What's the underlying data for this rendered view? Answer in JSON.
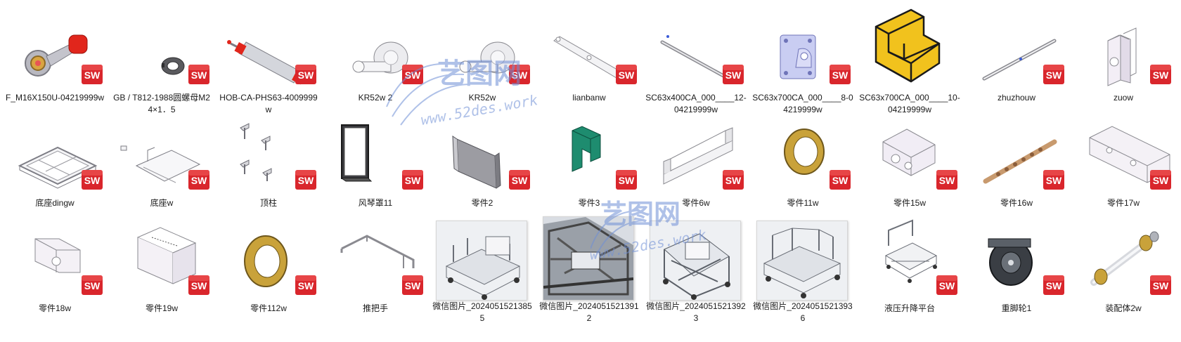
{
  "rows": [
    {
      "items": [
        {
          "name": "F_M16X150U-04219999w",
          "kind": "part"
        },
        {
          "name": "GB / T812-1988圆螺母M24×1．5",
          "kind": "part"
        },
        {
          "name": "HOB-CA-PHS63-4009999w",
          "kind": "part"
        },
        {
          "name": "KR52w 2",
          "kind": "part"
        },
        {
          "name": "KR52w",
          "kind": "part"
        },
        {
          "name": "lianbanw",
          "kind": "part"
        },
        {
          "name": "SC63x400CA_000____12-04219999w",
          "kind": "part"
        },
        {
          "name": "SC63x700CA_000____8-04219999w",
          "kind": "part"
        },
        {
          "name": "SC63x700CA_000____10-04219999w",
          "kind": "part"
        },
        {
          "name": "zhuzhouw",
          "kind": "part"
        },
        {
          "name": "zuow",
          "kind": "part"
        }
      ]
    },
    {
      "items": [
        {
          "name": "底座dingw",
          "kind": "part"
        },
        {
          "name": "底座w",
          "kind": "part"
        },
        {
          "name": "顶柱",
          "kind": "part"
        },
        {
          "name": "风琴罩11",
          "kind": "part"
        },
        {
          "name": "零件2",
          "kind": "part"
        },
        {
          "name": "零件3",
          "kind": "part"
        },
        {
          "name": "零件6w",
          "kind": "part"
        },
        {
          "name": "零件11w",
          "kind": "part"
        },
        {
          "name": "零件15w",
          "kind": "part"
        },
        {
          "name": "零件16w",
          "kind": "part"
        },
        {
          "name": "零件17w",
          "kind": "part"
        }
      ]
    },
    {
      "items": [
        {
          "name": "零件18w",
          "kind": "part"
        },
        {
          "name": "零件19w",
          "kind": "part"
        },
        {
          "name": "零件112w",
          "kind": "part"
        },
        {
          "name": "推把手",
          "kind": "part"
        },
        {
          "name": "微信图片_20240515213855",
          "kind": "image"
        },
        {
          "name": "微信图片_20240515213912",
          "kind": "image"
        },
        {
          "name": "微信图片_20240515213923",
          "kind": "image"
        },
        {
          "name": "微信图片_20240515213936",
          "kind": "image"
        },
        {
          "name": "液压升降平台",
          "kind": "part"
        },
        {
          "name": "重脚轮1",
          "kind": "part"
        },
        {
          "name": "装配体2w",
          "kind": "part"
        }
      ]
    }
  ],
  "badge": {
    "text": "SW",
    "color": "#d9262c"
  },
  "watermark": {
    "brand": "艺图网",
    "url": "www.52des.work",
    "color": "#6f8fd6"
  }
}
